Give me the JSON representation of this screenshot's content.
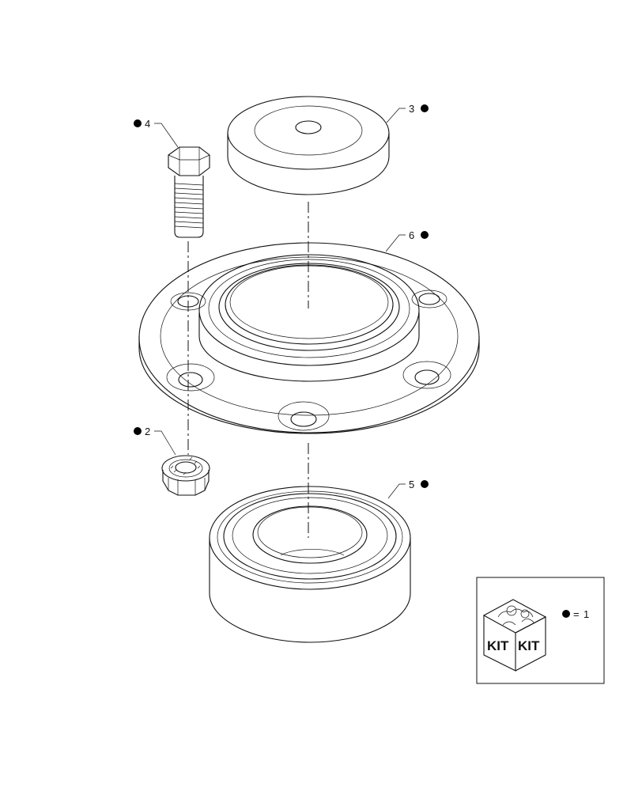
{
  "callouts": [
    {
      "number": "4",
      "part": "bolt",
      "kit": true
    },
    {
      "number": "3",
      "part": "cap",
      "kit": true
    },
    {
      "number": "6",
      "part": "flange-housing",
      "kit": true
    },
    {
      "number": "2",
      "part": "flange-nut",
      "kit": true
    },
    {
      "number": "5",
      "part": "bearing",
      "kit": true
    }
  ],
  "legend": {
    "kit_label_left": "KIT",
    "kit_label_right": "KIT",
    "equals": "=",
    "kit_number": "1"
  }
}
